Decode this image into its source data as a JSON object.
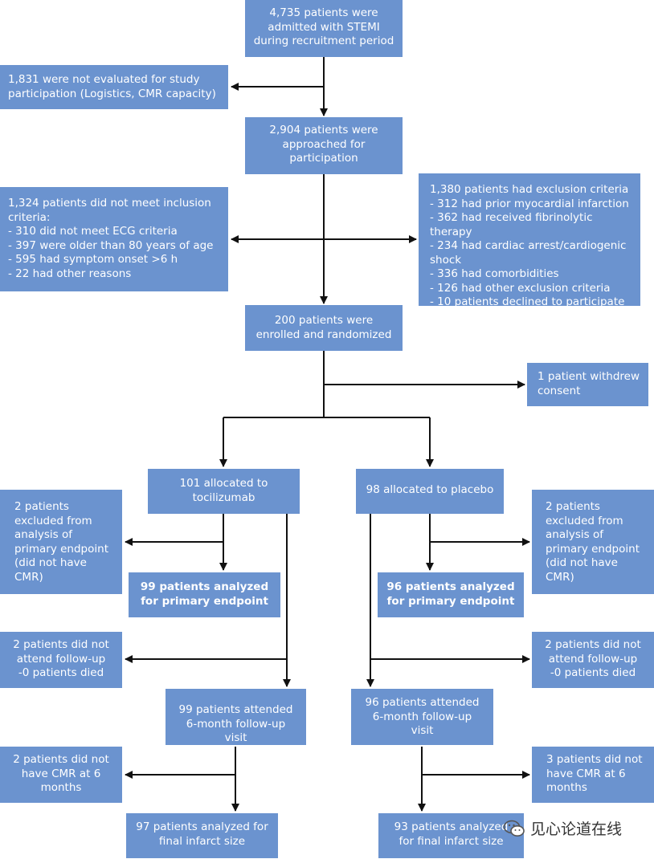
{
  "boxes": {
    "admitted": "4,735 patients were\nadmitted with STEMI\nduring recruitment period",
    "not_evaluated": "1,831 were not evaluated for study\nparticipation (Logistics, CMR capacity)",
    "approached": "2,904 patients were\napproached for\nparticipation",
    "inclusion": "1,324 patients did not meet inclusion\ncriteria:\n- 310 did not meet ECG criteria\n- 397 were older than 80 years of age\n- 595 had symptom onset >6 h\n- 22 had other reasons",
    "exclusion": "1,380 patients had exclusion criteria\n- 312 had prior myocardial infarction\n- 362 had received fibrinolytic therapy\n- 234 had cardiac arrest/cardiogenic\nshock\n- 336 had comorbidities\n- 126 had other exclusion criteria\n- 10 patients declined to participate",
    "enrolled": "200 patients were\nenrolled and randomized",
    "withdrew": "1 patient withdrew\nconsent",
    "toci": "101 allocated to\ntocilizumab",
    "placebo": "98 allocated to placebo",
    "excl_left": "2 patients\nexcluded from\nanalysis of\nprimary endpoint\n(did not have\nCMR)",
    "excl_right": "2 patients\nexcluded from\nanalysis of\nprimary endpoint\n(did not have\nCMR)",
    "prim_left": "99 patients analyzed\nfor primary endpoint",
    "prim_right": "96 patients analyzed\nfor primary endpoint",
    "fu_miss_left": "2 patients did not\nattend follow-up\n-0 patients died",
    "fu_miss_right": "2 patients did not\nattend follow-up\n-0 patients died",
    "fu_left": "99 patients attended\n6-month follow-up visit",
    "fu_right": "96 patients attended\n6-month follow-up\nvisit",
    "cmr_miss_left": "2 patients did not\nhave CMR at 6\nmonths",
    "cmr_miss_right": "3 patients did not\nhave CMR at 6\nmonths",
    "final_left": "97 patients analyzed for\nfinal infarct size",
    "final_right": "93 patients analyzed\nfor final infarct size"
  },
  "watermark": {
    "text": "见心论道在线",
    "icon": "wechat-icon"
  },
  "colors": {
    "box": "#6b93cf",
    "line": "#111111"
  }
}
